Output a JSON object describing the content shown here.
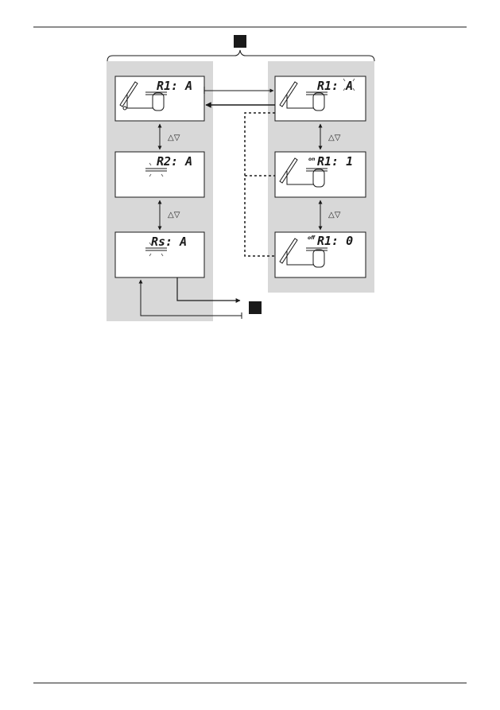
{
  "colors": {
    "panel": "#d8d8d8",
    "line": "#1a1a1a",
    "screen": "#ffffff"
  },
  "left_screens": [
    {
      "code": "R1: A",
      "label": ""
    },
    {
      "code": "R2: A",
      "label": ""
    },
    {
      "code": "Rs: A",
      "label": ""
    }
  ],
  "right_screens": [
    {
      "code": "R1: A",
      "label": ""
    },
    {
      "code": "R1: 1",
      "label": "on"
    },
    {
      "code": "R1: 0",
      "label": "off"
    }
  ],
  "nav_arrows": "△▽",
  "icons": [
    "solar-collector-icon",
    "storage-tank-icon",
    "wrench-icon",
    "black-square-marker"
  ]
}
